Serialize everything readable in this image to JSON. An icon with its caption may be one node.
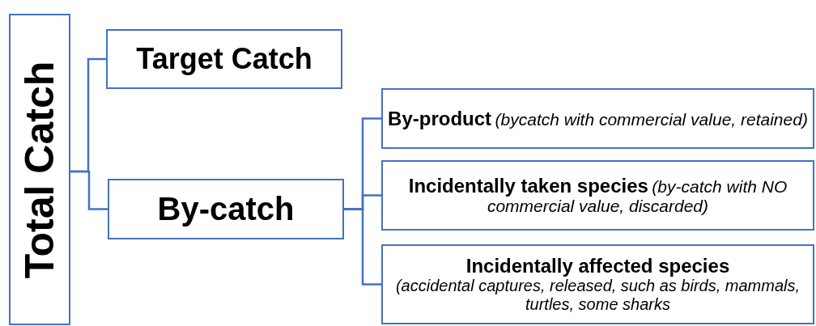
{
  "diagram": {
    "nodes": [
      {
        "text": [
          "Total Catch"
        ]
      },
      {
        "text": [
          "Target Catch"
        ]
      },
      {
        "text": [
          "By-catch"
        ]
      },
      {
        "text": [
          "By-product",
          "(bycatch with commercial value, retained)"
        ]
      },
      {
        "text": [
          "Incidentally taken species",
          "(by-catch with NO commercial value, discarded)"
        ]
      },
      {
        "text": [
          "Incidentally affected species",
          "(accidental captures, released, such as birds, mammals, turtles, some sharks"
        ]
      }
    ],
    "edges": [
      {
        "from": 0,
        "to": 1,
        "arrow": "none"
      },
      {
        "from": 0,
        "to": 2,
        "arrow": "none"
      },
      {
        "from": 2,
        "to": 3,
        "arrow": "none"
      },
      {
        "from": 2,
        "to": 4,
        "arrow": "none"
      },
      {
        "from": 2,
        "to": 5,
        "arrow": "none"
      }
    ]
  }
}
